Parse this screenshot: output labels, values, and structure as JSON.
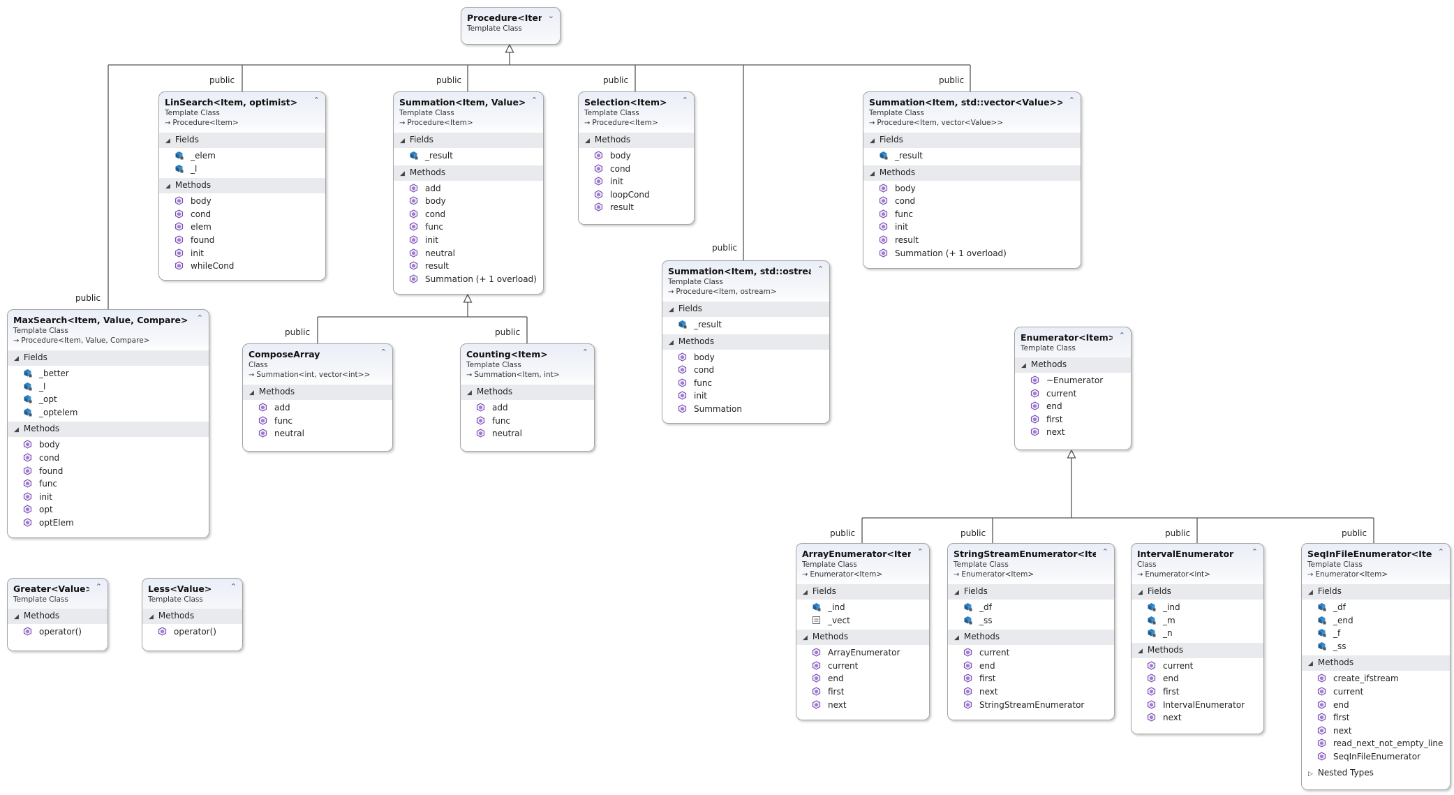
{
  "edge_label": "public",
  "classes": {
    "procedure": {
      "name": "Procedure<Item...",
      "kind": "Template Class",
      "collapse": "⌄⌄",
      "sections": []
    },
    "linsearch": {
      "name": "LinSearch<Item, optimist>",
      "kind": "Template Class",
      "base": "Procedure<Item>",
      "sections": [
        {
          "title": "Fields",
          "items": [
            {
              "t": "_elem",
              "k": "field"
            },
            {
              "t": "_l",
              "k": "field"
            }
          ]
        },
        {
          "title": "Methods",
          "items": [
            {
              "t": "body",
              "k": "method"
            },
            {
              "t": "cond",
              "k": "method"
            },
            {
              "t": "elem",
              "k": "method"
            },
            {
              "t": "found",
              "k": "method"
            },
            {
              "t": "init",
              "k": "method"
            },
            {
              "t": "whileCond",
              "k": "method"
            }
          ]
        }
      ]
    },
    "summation_iv": {
      "name": "Summation<Item, Value>",
      "kind": "Template Class",
      "base": "Procedure<Item>",
      "sections": [
        {
          "title": "Fields",
          "items": [
            {
              "t": "_result",
              "k": "field"
            }
          ]
        },
        {
          "title": "Methods",
          "items": [
            {
              "t": "add",
              "k": "method"
            },
            {
              "t": "body",
              "k": "method"
            },
            {
              "t": "cond",
              "k": "method"
            },
            {
              "t": "func",
              "k": "method"
            },
            {
              "t": "init",
              "k": "method"
            },
            {
              "t": "neutral",
              "k": "method"
            },
            {
              "t": "result",
              "k": "method"
            },
            {
              "t": "Summation (+ 1 overload)",
              "k": "method"
            }
          ]
        }
      ]
    },
    "selection": {
      "name": "Selection<Item>",
      "kind": "Template Class",
      "base": "Procedure<Item>",
      "sections": [
        {
          "title": "Methods",
          "items": [
            {
              "t": "body",
              "k": "method"
            },
            {
              "t": "cond",
              "k": "method"
            },
            {
              "t": "init",
              "k": "method"
            },
            {
              "t": "loopCond",
              "k": "method"
            },
            {
              "t": "result",
              "k": "method"
            }
          ]
        }
      ]
    },
    "summation_vec": {
      "name": "Summation<Item, std::vector<Value>>",
      "kind": "Template Class",
      "base": "Procedure<Item, vector<Value>>",
      "sections": [
        {
          "title": "Fields",
          "items": [
            {
              "t": "_result",
              "k": "field"
            }
          ]
        },
        {
          "title": "Methods",
          "items": [
            {
              "t": "body",
              "k": "method"
            },
            {
              "t": "cond",
              "k": "method"
            },
            {
              "t": "func",
              "k": "method"
            },
            {
              "t": "init",
              "k": "method"
            },
            {
              "t": "result",
              "k": "method"
            },
            {
              "t": "Summation (+ 1 overload)",
              "k": "method"
            }
          ]
        }
      ]
    },
    "summation_os": {
      "name": "Summation<Item, std::ostream>",
      "kind": "Template Class",
      "base": "Procedure<Item, ostream>",
      "sections": [
        {
          "title": "Fields",
          "items": [
            {
              "t": "_result",
              "k": "field"
            }
          ]
        },
        {
          "title": "Methods",
          "items": [
            {
              "t": "body",
              "k": "method"
            },
            {
              "t": "cond",
              "k": "method"
            },
            {
              "t": "func",
              "k": "method"
            },
            {
              "t": "init",
              "k": "method"
            },
            {
              "t": "Summation",
              "k": "method"
            }
          ]
        }
      ]
    },
    "maxsearch": {
      "name": "MaxSearch<Item, Value, Compare>",
      "kind": "Template Class",
      "base": "Procedure<Item, Value, Compare>",
      "sections": [
        {
          "title": "Fields",
          "items": [
            {
              "t": "_better",
              "k": "field"
            },
            {
              "t": "_l",
              "k": "field"
            },
            {
              "t": "_opt",
              "k": "field"
            },
            {
              "t": "_optelem",
              "k": "field"
            }
          ]
        },
        {
          "title": "Methods",
          "items": [
            {
              "t": "body",
              "k": "method"
            },
            {
              "t": "cond",
              "k": "method"
            },
            {
              "t": "found",
              "k": "method"
            },
            {
              "t": "func",
              "k": "method"
            },
            {
              "t": "init",
              "k": "method"
            },
            {
              "t": "opt",
              "k": "method"
            },
            {
              "t": "optElem",
              "k": "method"
            }
          ]
        }
      ]
    },
    "composearray": {
      "name": "ComposeArray",
      "kind": "Class",
      "base": "Summation<int, vector<int>>",
      "sections": [
        {
          "title": "Methods",
          "items": [
            {
              "t": "add",
              "k": "method"
            },
            {
              "t": "func",
              "k": "method"
            },
            {
              "t": "neutral",
              "k": "method"
            }
          ]
        }
      ]
    },
    "counting": {
      "name": "Counting<Item>",
      "kind": "Template Class",
      "base": "Summation<Item, int>",
      "sections": [
        {
          "title": "Methods",
          "items": [
            {
              "t": "add",
              "k": "method"
            },
            {
              "t": "func",
              "k": "method"
            },
            {
              "t": "neutral",
              "k": "method"
            }
          ]
        }
      ]
    },
    "enumerator": {
      "name": "Enumerator<Item>",
      "kind": "Template Class",
      "sections": [
        {
          "title": "Methods",
          "items": [
            {
              "t": "~Enumerator",
              "k": "method"
            },
            {
              "t": "current",
              "k": "method"
            },
            {
              "t": "end",
              "k": "method"
            },
            {
              "t": "first",
              "k": "method"
            },
            {
              "t": "next",
              "k": "method"
            }
          ]
        }
      ]
    },
    "greater": {
      "name": "Greater<Value>",
      "kind": "Template Class",
      "sections": [
        {
          "title": "Methods",
          "items": [
            {
              "t": "operator()",
              "k": "method"
            }
          ]
        }
      ]
    },
    "less": {
      "name": "Less<Value>",
      "kind": "Template Class",
      "sections": [
        {
          "title": "Methods",
          "items": [
            {
              "t": "operator()",
              "k": "method"
            }
          ]
        }
      ]
    },
    "arrayenum": {
      "name": "ArrayEnumerator<Item>",
      "kind": "Template Class",
      "base": "Enumerator<Item>",
      "sections": [
        {
          "title": "Fields",
          "items": [
            {
              "t": "_ind",
              "k": "field"
            },
            {
              "t": "_vect",
              "k": "vect"
            }
          ]
        },
        {
          "title": "Methods",
          "items": [
            {
              "t": "ArrayEnumerator",
              "k": "method"
            },
            {
              "t": "current",
              "k": "method"
            },
            {
              "t": "end",
              "k": "method"
            },
            {
              "t": "first",
              "k": "method"
            },
            {
              "t": "next",
              "k": "method"
            }
          ]
        }
      ]
    },
    "ssenum": {
      "name": "StringStreamEnumerator<Item>",
      "kind": "Template Class",
      "base": "Enumerator<Item>",
      "sections": [
        {
          "title": "Fields",
          "items": [
            {
              "t": "_df",
              "k": "field"
            },
            {
              "t": "_ss",
              "k": "field"
            }
          ]
        },
        {
          "title": "Methods",
          "items": [
            {
              "t": "current",
              "k": "method"
            },
            {
              "t": "end",
              "k": "method"
            },
            {
              "t": "first",
              "k": "method"
            },
            {
              "t": "next",
              "k": "method"
            },
            {
              "t": "StringStreamEnumerator",
              "k": "method"
            }
          ]
        }
      ]
    },
    "intervalenum": {
      "name": "IntervalEnumerator",
      "kind": "Class",
      "base": "Enumerator<int>",
      "sections": [
        {
          "title": "Fields",
          "items": [
            {
              "t": "_ind",
              "k": "field"
            },
            {
              "t": "_m",
              "k": "field"
            },
            {
              "t": "_n",
              "k": "field"
            }
          ]
        },
        {
          "title": "Methods",
          "items": [
            {
              "t": "current",
              "k": "method"
            },
            {
              "t": "end",
              "k": "method"
            },
            {
              "t": "first",
              "k": "method"
            },
            {
              "t": "IntervalEnumerator",
              "k": "method"
            },
            {
              "t": "next",
              "k": "method"
            }
          ]
        }
      ]
    },
    "seqinfile": {
      "name": "SeqInFileEnumerator<Item>",
      "kind": "Template Class",
      "base": "Enumerator<Item>",
      "sections": [
        {
          "title": "Fields",
          "items": [
            {
              "t": "_df",
              "k": "field"
            },
            {
              "t": "_end",
              "k": "field"
            },
            {
              "t": "_f",
              "k": "field"
            },
            {
              "t": "_ss",
              "k": "field"
            }
          ]
        },
        {
          "title": "Methods",
          "items": [
            {
              "t": "create_ifstream",
              "k": "method"
            },
            {
              "t": "current",
              "k": "method"
            },
            {
              "t": "end",
              "k": "method"
            },
            {
              "t": "first",
              "k": "method"
            },
            {
              "t": "next",
              "k": "method"
            },
            {
              "t": "read_next_not_empty_line",
              "k": "method"
            },
            {
              "t": "SeqInFileEnumerator",
              "k": "method"
            }
          ]
        }
      ],
      "nested": "Nested Types"
    }
  },
  "colors": {
    "field": "#2a6ea6",
    "method": "#7a4fb3",
    "line": "#555555"
  }
}
